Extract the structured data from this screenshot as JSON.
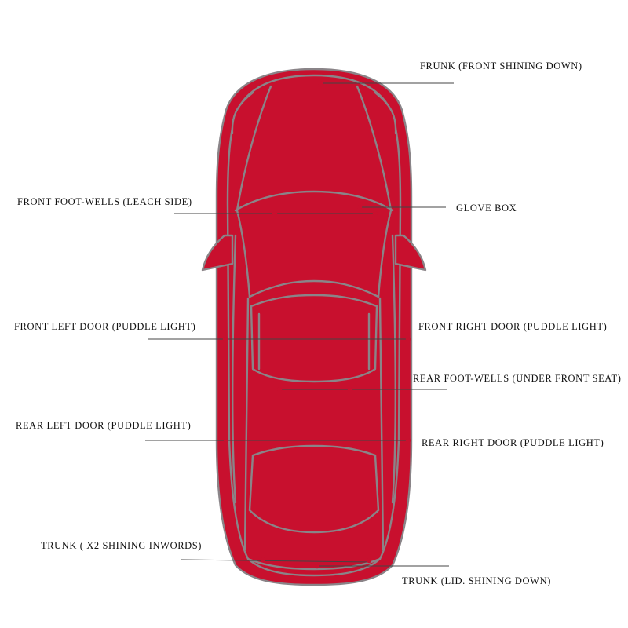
{
  "diagram": {
    "labels": {
      "frunk": "FRUNK (FRONT SHINING DOWN)",
      "front_foot_wells": "FRONT FOOT-WELLS (LEACH SIDE)",
      "glove_box": "GLOVE BOX",
      "front_left_door": "FRONT LEFT DOOR (PUDDLE LIGHT)",
      "front_right_door": "FRONT RIGHT DOOR (PUDDLE LIGHT)",
      "rear_foot_wells": "REAR FOOT-WELLS (UNDER FRONT SEAT)",
      "rear_left_door": "REAR LEFT DOOR (PUDDLE LIGHT)",
      "rear_right_door": "REAR RIGHT DOOR (PUDDLE LIGHT)",
      "trunk_x2": "TRUNK ( X2 SHINING INWORDS)",
      "trunk_lid": "TRUNK (LID. SHINING DOWN)"
    },
    "colors": {
      "car_outline": "#8a8488",
      "marker": "#c8102e",
      "leader_line": "#444444"
    }
  }
}
